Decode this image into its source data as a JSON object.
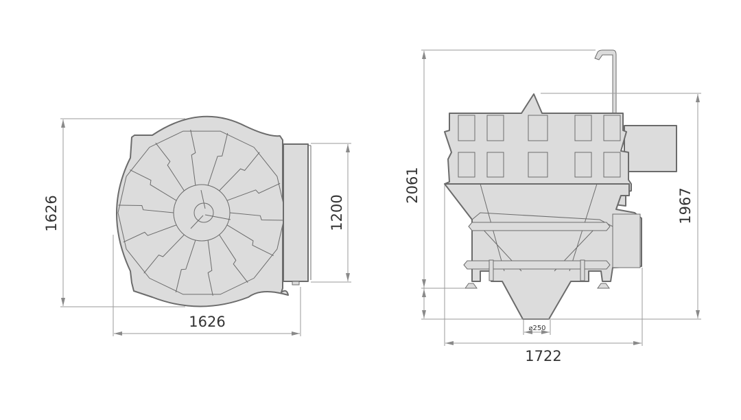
{
  "left_view": {
    "height_label": "1626",
    "width_label": "1626",
    "motor_height_label": "1200",
    "blade_count": 14
  },
  "right_view": {
    "total_height_label": "2061",
    "body_height_label": "1967",
    "width_label": "1722",
    "outlet_diameter_label": "⌀250"
  }
}
